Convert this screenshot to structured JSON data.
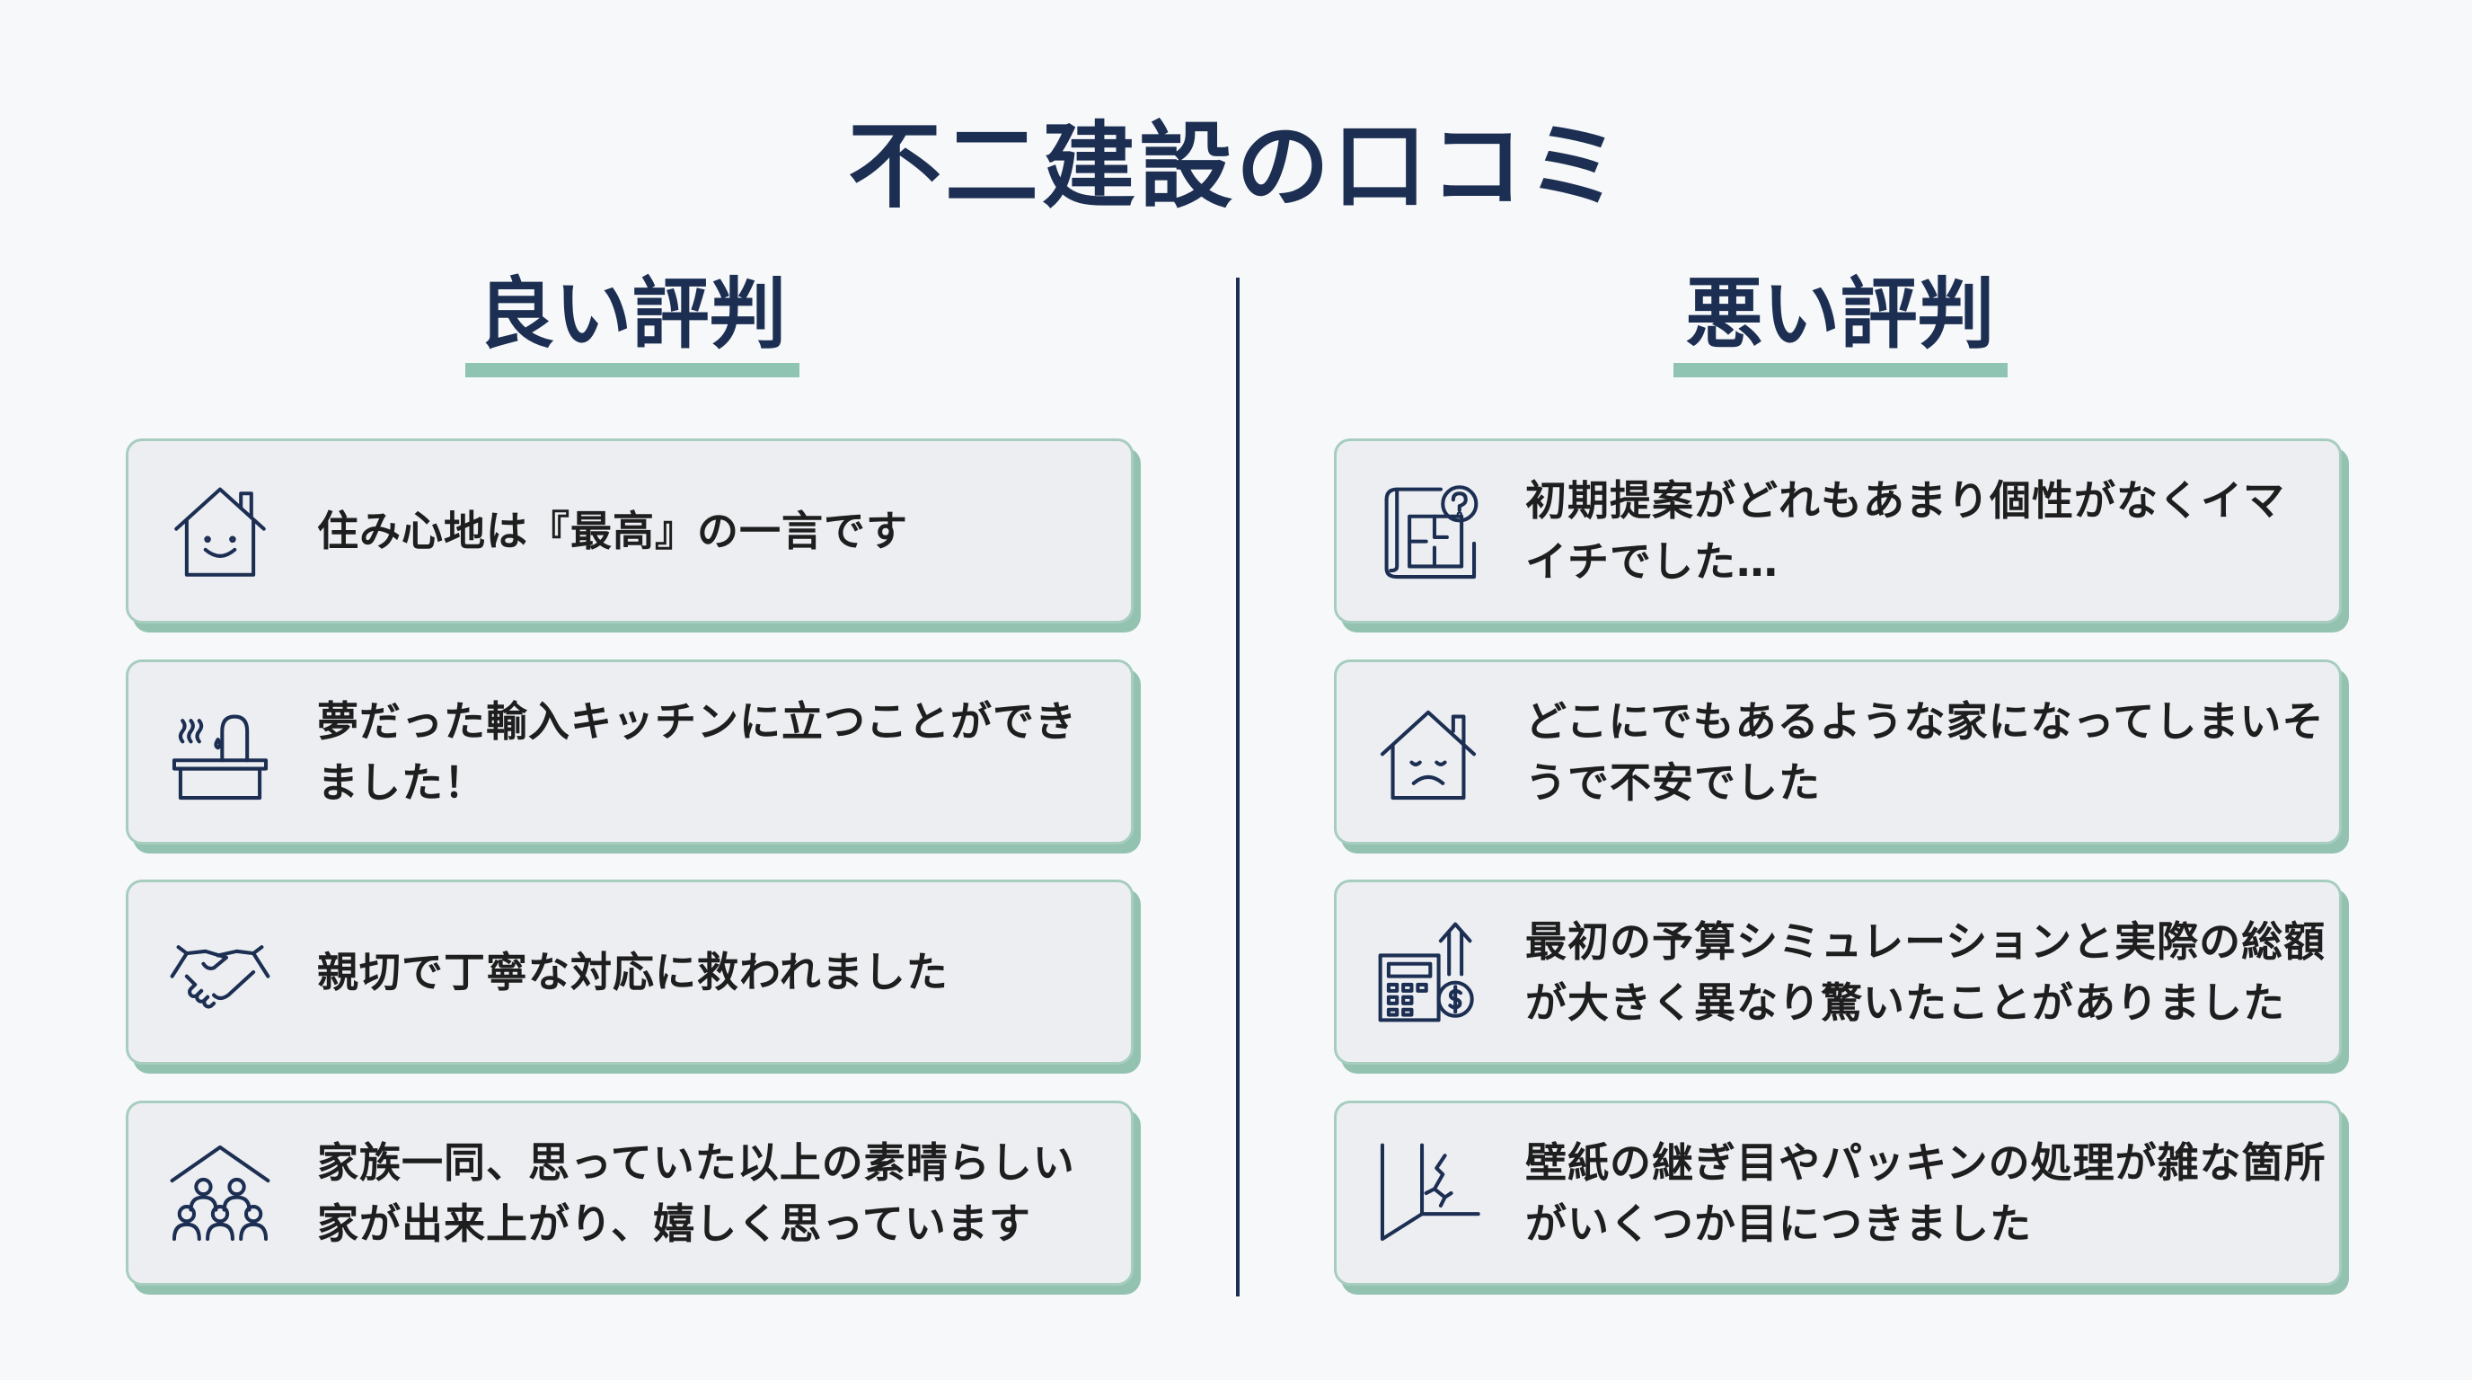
{
  "title": "不二建設の口コミ",
  "good": {
    "heading": "良い評判",
    "items": [
      {
        "icon": "smiling-house-icon",
        "text": "住み心地は『最高』の一言です"
      },
      {
        "icon": "kitchen-sink-icon",
        "text": "夢だった輸入キッチンに立つことができました！"
      },
      {
        "icon": "handshake-icon",
        "text": "親切で丁寧な対応に救われました"
      },
      {
        "icon": "family-house-icon",
        "text": "家族一同、思っていた以上の素晴らしい家が出来上がり、嬉しく思っています"
      }
    ]
  },
  "bad": {
    "heading": "悪い評判",
    "items": [
      {
        "icon": "blueprint-question-icon",
        "text": "初期提案がどれもあまり個性がなくイマイチでした…"
      },
      {
        "icon": "sad-house-icon",
        "text": "どこにでもあるような家になってしまいそうで不安でした"
      },
      {
        "icon": "calculator-cost-icon",
        "text": "最初の予算シミュレーションと実際の総額が大きく異なり驚いたことがありました"
      },
      {
        "icon": "cracked-wall-icon",
        "text": "壁紙の継ぎ目やパッキンの処理が雑な箇所がいくつか目につきました"
      }
    ]
  },
  "colors": {
    "navy": "#1c2f52",
    "accent": "#94c2b1",
    "card": "#eceef2"
  }
}
